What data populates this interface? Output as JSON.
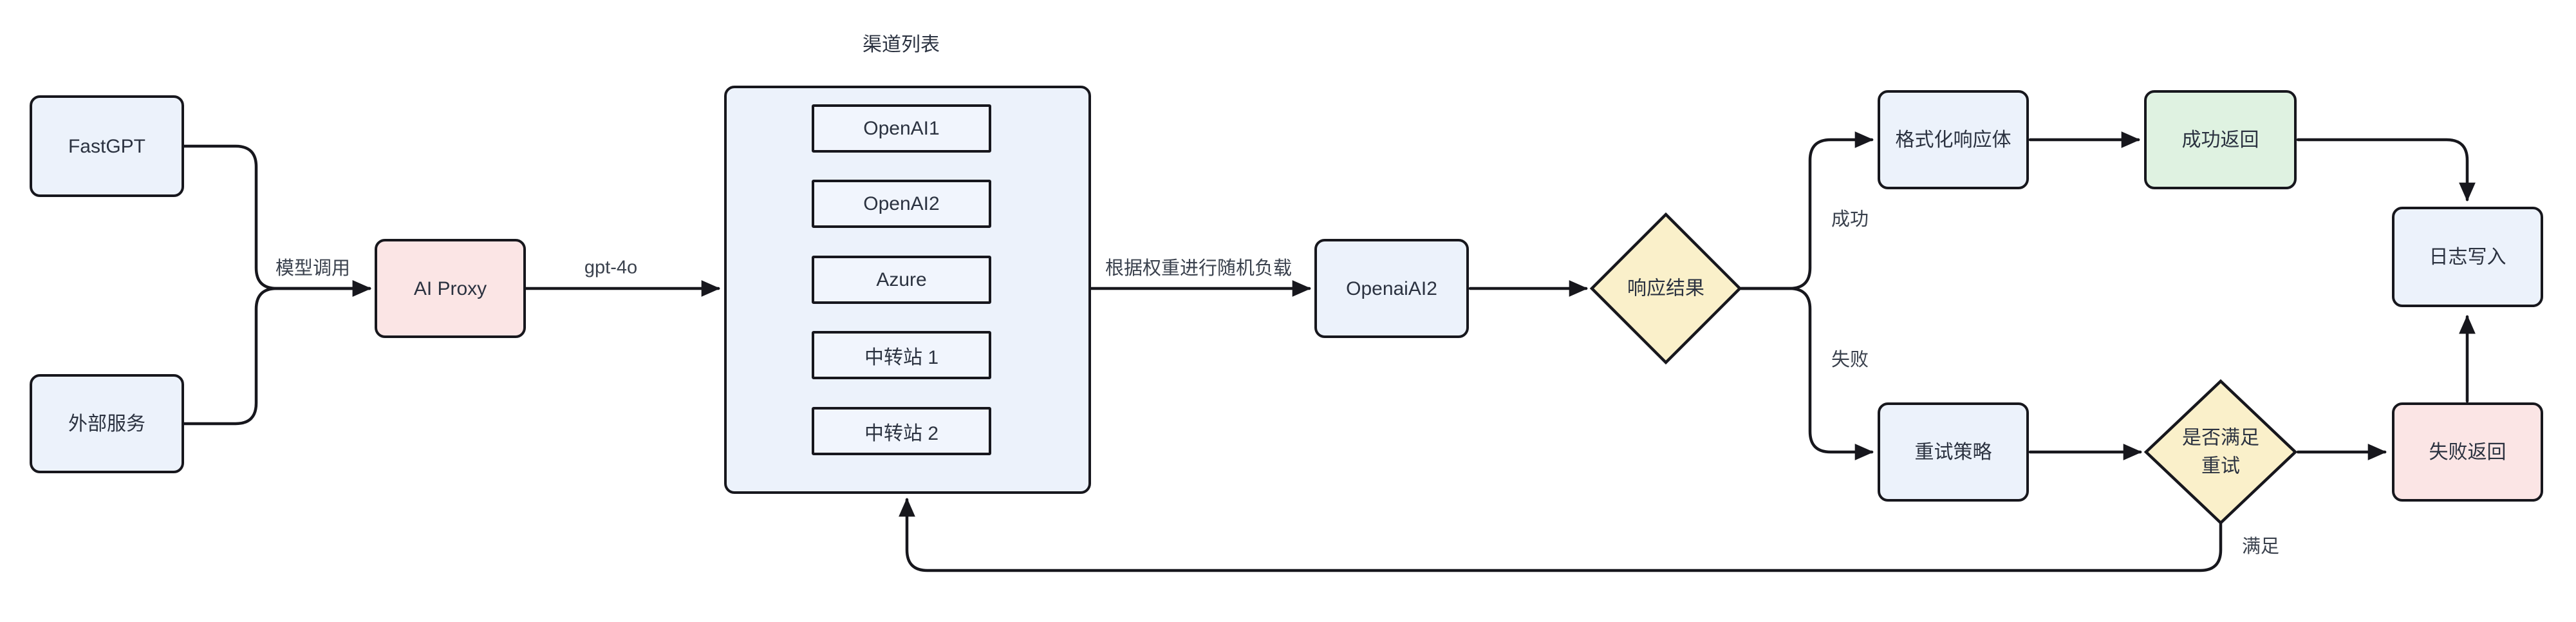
{
  "diagram": {
    "background": "#ffffff",
    "colors": {
      "node_blue": "#ecf2fb",
      "inner_blue": "#f1f5fd",
      "node_pink": "#fbe5e5",
      "node_green": "#dff2e1",
      "node_yellow": "#faf0ca",
      "stroke": "#17171d",
      "node_text": "#2b3240",
      "edge_label_text": "#3a414d"
    },
    "nodes": {
      "fastgpt": {
        "label": "FastGPT"
      },
      "external_service": {
        "label": "外部服务"
      },
      "ai_proxy": {
        "label": "AI Proxy"
      },
      "channel_list": {
        "title": "渠道列表",
        "items": [
          {
            "label": "OpenAI1"
          },
          {
            "label": "OpenAI2"
          },
          {
            "label": "Azure"
          },
          {
            "label": "中转站 1"
          },
          {
            "label": "中转站 2"
          }
        ]
      },
      "openai_ai2": {
        "label": "OpenaiAI2"
      },
      "response_result": {
        "label": "响应结果"
      },
      "format_response_body": {
        "label": "格式化响应体"
      },
      "success_return": {
        "label": "成功返回"
      },
      "log_write": {
        "label": "日志写入"
      },
      "retry_strategy": {
        "label": "重试策略"
      },
      "retry_check": {
        "line1": "是否满足",
        "line2": "重试"
      },
      "fail_return": {
        "label": "失败返回"
      }
    },
    "edge_labels": {
      "model_call": "模型调用",
      "gpt4o": "gpt-4o",
      "weighted_load": "根据权重进行随机负载",
      "success": "成功",
      "fail": "失败",
      "satisfied": "满足"
    }
  }
}
